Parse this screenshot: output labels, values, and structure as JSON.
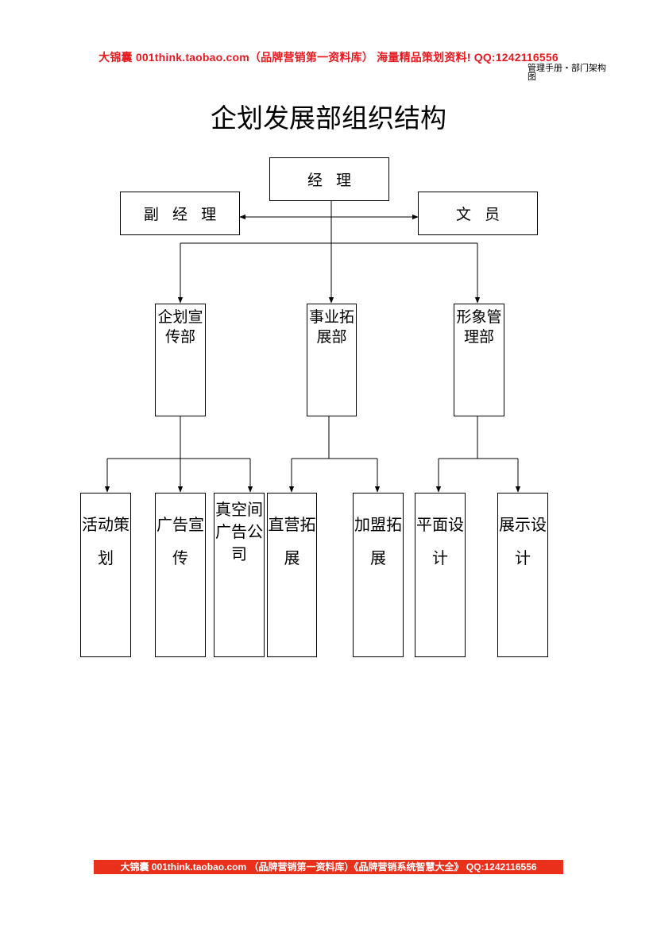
{
  "header": {
    "banner": "大锦囊  001think.taobao.com（品牌营销第一资料库） 海量精品策划资料! QQ:1242116556",
    "corner_note_line1": "管理手册・部门架构",
    "corner_note_line2": "图"
  },
  "title": "企划发展部组织结构",
  "org_chart": {
    "manager": "经理",
    "deputy_manager": "副经理",
    "clerk": "文员",
    "departments": [
      {
        "name": "企划宣传部",
        "units": [
          "活动策划",
          "广告宣传",
          "真空间广告公司"
        ]
      },
      {
        "name": "事业拓展部",
        "units": [
          "直营拓展",
          "加盟拓展"
        ]
      },
      {
        "name": "形象管理部",
        "units": [
          "平面设计",
          "展示设计"
        ]
      }
    ]
  },
  "footer": {
    "banner": "大锦囊  001think.taobao.com （品牌营销第一资料库）《品牌营销系统智慧大全》  QQ:1242116556"
  },
  "colors": {
    "banner_red": "#e8191f",
    "footer_red": "#e8301a",
    "line": "#000000"
  }
}
